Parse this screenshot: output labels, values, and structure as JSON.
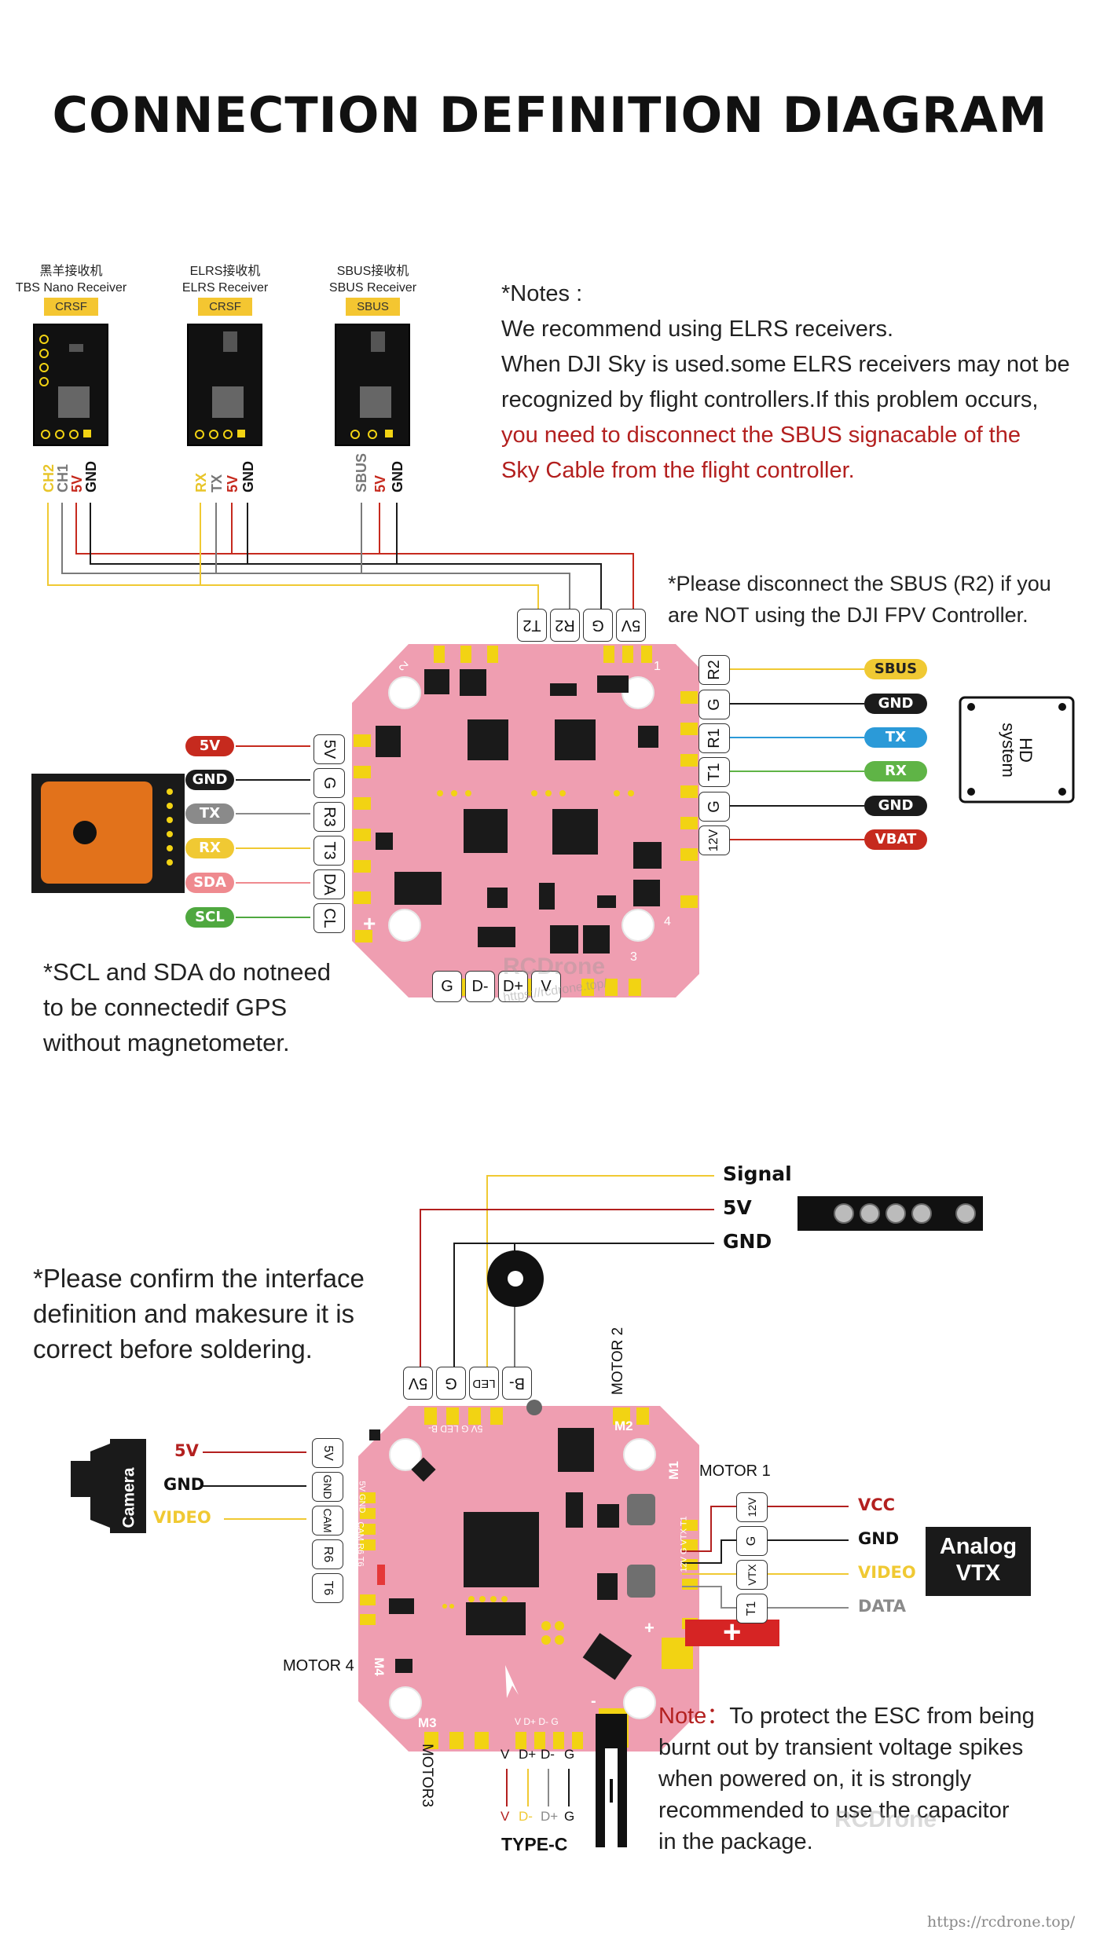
{
  "title": "CONNECTION DEFINITION DIAGRAM",
  "receivers": [
    {
      "cn": "黑羊接收机",
      "en": "TBS Nano Receiver",
      "protocol": "CRSF",
      "pins": [
        "CH2",
        "CH1",
        "5V",
        "GND"
      ]
    },
    {
      "cn": "ELRS接收机",
      "en": "ELRS Receiver",
      "protocol": "CRSF",
      "pins": [
        "RX",
        "TX",
        "5V",
        "GND"
      ]
    },
    {
      "cn": "SBUS接收机",
      "en": "SBUS Receiver",
      "protocol": "SBUS",
      "pins": [
        "SBUS",
        "5V",
        "GND"
      ]
    }
  ],
  "notes": {
    "heading": "*Notes :",
    "line1": "We recommend using ELRS receivers.",
    "line2": "When DJI Sky is used.some ELRS receivers may not be",
    "line3": "recognized by flight controllers.If this problem occurs,",
    "line4_red": "you need to disconnect the SBUS signacable of the",
    "line5_red": "Sky Cable from the flight controller."
  },
  "sbus_note": {
    "line1": "*Please disconnect the SBUS (R2) if you",
    "line2": "are NOT using the DJI FPV Controller."
  },
  "fc_top_pads": [
    "T2",
    "R2",
    "G",
    "5V"
  ],
  "fc_left_pads": [
    "5V",
    "G",
    "R3",
    "T3",
    "DA",
    "CL"
  ],
  "fc_right_pads": [
    "R2",
    "G",
    "R1",
    "T1",
    "G",
    "12V"
  ],
  "fc_bottom_pads": [
    "G",
    "D-",
    "D+",
    "V"
  ],
  "gps_wires": [
    {
      "label": "5V",
      "color": "#c62a1e"
    },
    {
      "label": "GND",
      "color": "#1b1b1b"
    },
    {
      "label": "TX",
      "color": "#8a8a8a"
    },
    {
      "label": "RX",
      "color": "#f0c933"
    },
    {
      "label": "SDA",
      "color": "#ef8a8f"
    },
    {
      "label": "SCL",
      "color": "#4fa83f"
    }
  ],
  "hd_wires": [
    {
      "label": "SBUS",
      "color": "#f0c933",
      "text": "#222"
    },
    {
      "label": "GND",
      "color": "#1b1b1b",
      "text": "#fff"
    },
    {
      "label": "TX",
      "color": "#2b9ad8",
      "text": "#fff"
    },
    {
      "label": "RX",
      "color": "#5fb446",
      "text": "#fff"
    },
    {
      "label": "GND",
      "color": "#1b1b1b",
      "text": "#fff"
    },
    {
      "label": "VBAT",
      "color": "#c62a1e",
      "text": "#fff"
    }
  ],
  "hd_system_label": "HD system",
  "gps_note": {
    "line1": "*SCL and SDA do notneed",
    "line2": "to be connectedif GPS",
    "line3": "without magnetometer."
  },
  "fc_corner_labels": [
    "1",
    "2",
    "3",
    "4",
    "+"
  ],
  "esc_top_wires": [
    "Signal",
    "5V",
    "GND"
  ],
  "esc_top_pads": [
    "5V",
    "G",
    "LED",
    "B-"
  ],
  "confirm_note": {
    "line1": "*Please confirm the interface",
    "line2": "definition and makesure it is",
    "line3": "correct before soldering."
  },
  "camera_label": "Camera",
  "camera_wires": [
    "5V",
    "GND",
    "VIDEO"
  ],
  "esc_left_pads": [
    "5V",
    "GND",
    "CAM",
    "R6",
    "T6"
  ],
  "esc_right_pads": [
    "12V",
    "G",
    "VTX",
    "T1"
  ],
  "vtx_wires": [
    "VCC",
    "GND",
    "VIDEO",
    "DATA"
  ],
  "analog_vtx": {
    "line1": "Analog",
    "line2": "VTX"
  },
  "motor_labels": {
    "m1": "MOTOR 1",
    "m2": "MOTOR 2",
    "m3": "MOTOR3",
    "m4": "MOTOR 4"
  },
  "board_marks": {
    "m1": "M1",
    "m2": "M2",
    "m3": "M3",
    "m4": "M4"
  },
  "esc_pad_text": {
    "top": "5V G LED B-",
    "left_top": "5V GND",
    "left_bottom": "CAM R6 T6",
    "right": "12V G VTX T1",
    "bottom_pads": "V D+ D- G"
  },
  "typec": {
    "top_labels": [
      "V",
      "D+",
      "D-",
      "G"
    ],
    "bottom_labels": [
      "V",
      "D-",
      "D+",
      "G"
    ],
    "label": "TYPE-C"
  },
  "plus_sign": "+",
  "minus_sign": "-",
  "esc_note": {
    "prefix": "Note：",
    "line1": "To protect the ESC from being",
    "line2": "burnt out by transient voltage spikes",
    "line3": "when powered on, it is strongly",
    "line4": "recommended to use the capacitor",
    "line5": "in the package."
  },
  "watermark": "RCDrone",
  "watermark_url": "https://rcdrone.top/",
  "footer_url": "https://rcdrone.top/"
}
